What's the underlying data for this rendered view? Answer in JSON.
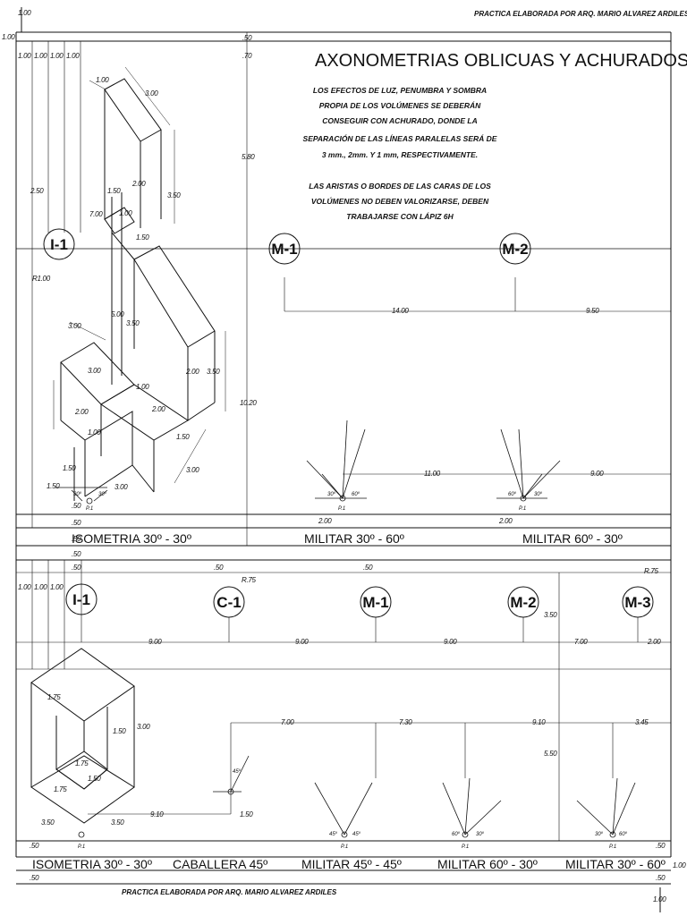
{
  "header_credit": "PRACTICA ELABORADA POR ARQ. MARIO ALVAREZ ARDILES",
  "footer_credit": "PRACTICA ELABORADA POR ARQ. MARIO ALVAREZ ARDILES",
  "title": "AXONOMETRIAS  OBLICUAS Y ACHURADOS",
  "notes": [
    "LOS EFECTOS DE LUZ, PENUMBRA Y SOMBRA",
    "PROPIA DE LOS VOLÚMENES SE DEBERÁN",
    "CONSEGUIR CON ACHURADO, DONDE LA",
    "SEPARACIÓN DE LAS LÍNEAS PARALELAS SERÁ DE",
    "3 mm., 2mm. Y 1 mm, RESPECTIVAMENTE.",
    "LAS ARISTAS O BORDES DE LAS CARAS DE LOS",
    "VOLÚMENES NO DEBEN VALORIZARSE, DEBEN",
    "TRABAJARSE CON LÁPIZ 6H"
  ],
  "top_section": {
    "circles": [
      "I-1",
      "M-1",
      "M-2"
    ],
    "panel_labels": [
      "ISOMETRIA 30º - 30º",
      "MILITAR 30º - 60º",
      "MILITAR 60º - 30º"
    ],
    "dimensions": [
      "1.00",
      "1.00",
      "1.00",
      "1.00",
      "1.00",
      "1.00",
      ".50",
      ".70",
      "5.80",
      "2.50",
      "R1.00",
      "14.00",
      "9.50",
      "10.20",
      "11.00",
      "9.00",
      "2.00",
      "2.00",
      "1.50",
      ".50",
      ".50",
      ".50",
      ".50"
    ],
    "figure_dims": [
      "1.00",
      "3.00",
      "1.50",
      "2.00",
      "3.50",
      "7.00",
      "1.00",
      "1.50",
      "3.00",
      "5.00",
      "3.50",
      "3.00",
      "1.00",
      "2.00",
      "3.50",
      "2.00",
      "2.00",
      "1.50",
      "1.00",
      "1.50",
      "3.00",
      "3.00"
    ],
    "angles_iso": [
      "30º",
      "30º"
    ],
    "angles_m1": [
      "30º",
      "60º"
    ],
    "angles_m2": [
      "60º",
      "30º"
    ],
    "point_label": "P.1"
  },
  "bottom_section": {
    "circles": [
      "I-1",
      "C-1",
      "M-1",
      "M-2",
      "M-3"
    ],
    "panel_labels": [
      "ISOMETRIA 30º - 30º",
      "CABALLERA 45º",
      "MILITAR 45º - 45º",
      "MILITAR 60º - 30º",
      "MILITAR 30º - 60º"
    ],
    "dimensions": [
      ".50",
      ".50",
      ".50",
      "R.75",
      "R.75",
      "1.00",
      "1.00",
      "1.00",
      "9.00",
      "9.00",
      "9.00",
      "7.00",
      "2.00",
      "3.50",
      "5.50",
      "7.00",
      "7.30",
      "9.10",
      "3.45",
      "9.10",
      "1.50",
      ".50",
      ".50",
      ".50",
      ".50",
      "1.00",
      "1.00"
    ],
    "figure_dims": [
      "1.75",
      "1.50",
      "3.00",
      "1.75",
      "1.75",
      "1.50",
      "3.50",
      "3.50"
    ],
    "angle_caballera": "45º",
    "angles_m1": [
      "45º",
      "45º"
    ],
    "angles_m2": [
      "60º",
      "30º"
    ],
    "angles_m3": [
      "30º",
      "60º"
    ],
    "point_label": "P.1"
  }
}
